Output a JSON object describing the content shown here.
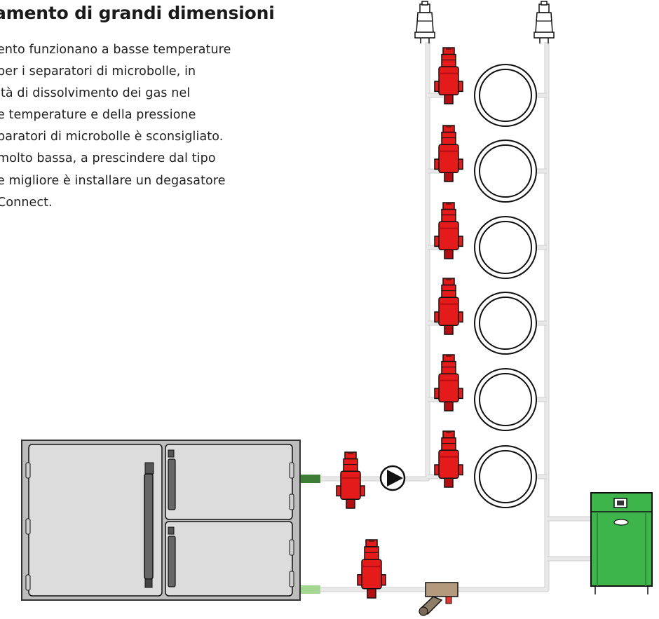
{
  "title": "amento di grandi dimensioni",
  "body_lines": [
    "ento funzionano a basse temperature",
    "per i separatori di microbolle, in",
    "ità di dissolvimento dei gas nel",
    "e temperature e della pressione",
    "paratori di microbolle è sconsigliato.",
    " molto bassa, a prescindere dal tipo",
    "e migliore è installare un degasatore",
    "Connect."
  ],
  "colors": {
    "pipe": "#e9e9e9",
    "separator_red": "#e51b1b",
    "separator_dark_red": "#b30f12",
    "boiler_green": "#3db54a",
    "supply_connection_green": "#3d7d35",
    "return_connection_green": "#a6d694",
    "cabinet_gray": "#bdbdbd",
    "valve_brass": "#b39a7c"
  },
  "components": {
    "top_air_vents": 2,
    "coil_loops": 6,
    "branch_separators": 6,
    "main_separators": 2,
    "pump_icon": "pump-icon",
    "balancing_valve_icon": "balancing-valve-icon",
    "boiler_icon": "boiler-icon",
    "storage_cabinet_icon": "storage-cabinet-icon"
  }
}
